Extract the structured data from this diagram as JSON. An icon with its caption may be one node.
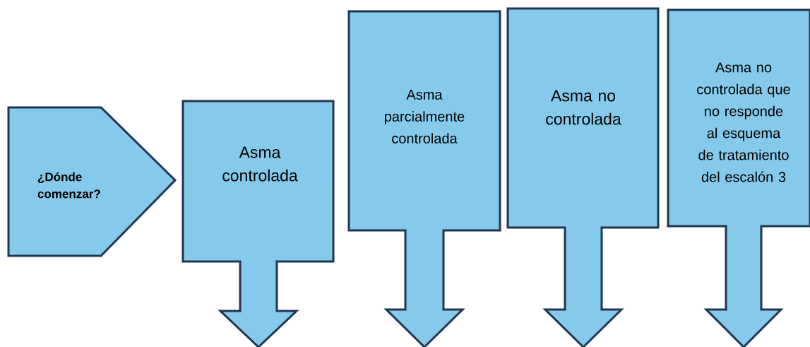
{
  "diagram": {
    "nodes": [
      {
        "text": [
          "¿Dónde comenzar?"
        ]
      },
      {
        "text": [
          "Asma controlada"
        ]
      },
      {
        "text": [
          "Asma parcialmente controlada"
        ]
      },
      {
        "text": [
          "Asma no controlada"
        ]
      },
      {
        "text": [
          "Asma no controlada que no responde al esquema de tratamiento del escalón 3"
        ]
      }
    ]
  }
}
